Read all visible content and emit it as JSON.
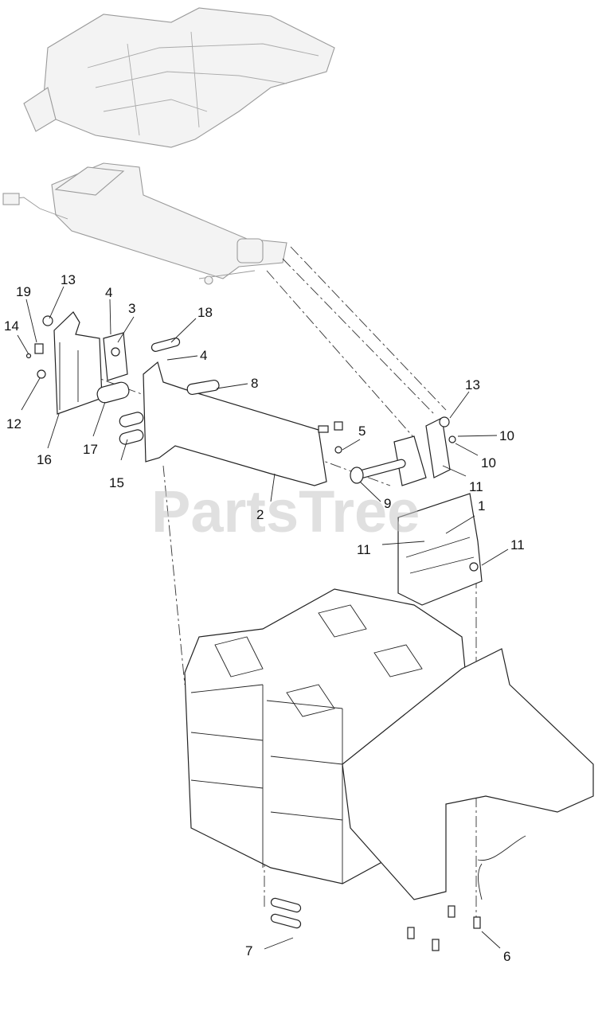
{
  "watermark": "PartsTree",
  "callouts": [
    {
      "id": "1",
      "label": "1"
    },
    {
      "id": "2",
      "label": "2"
    },
    {
      "id": "3",
      "label": "3"
    },
    {
      "id": "4a",
      "label": "4"
    },
    {
      "id": "4b",
      "label": "4"
    },
    {
      "id": "5",
      "label": "5"
    },
    {
      "id": "6",
      "label": "6"
    },
    {
      "id": "7",
      "label": "7"
    },
    {
      "id": "8",
      "label": "8"
    },
    {
      "id": "9",
      "label": "9"
    },
    {
      "id": "10a",
      "label": "10"
    },
    {
      "id": "10b",
      "label": "10"
    },
    {
      "id": "11a",
      "label": "11"
    },
    {
      "id": "11b",
      "label": "11"
    },
    {
      "id": "11c",
      "label": "11"
    },
    {
      "id": "12",
      "label": "12"
    },
    {
      "id": "13a",
      "label": "13"
    },
    {
      "id": "13b",
      "label": "13"
    },
    {
      "id": "14",
      "label": "14"
    },
    {
      "id": "15",
      "label": "15"
    },
    {
      "id": "16",
      "label": "16"
    },
    {
      "id": "17",
      "label": "17"
    },
    {
      "id": "18",
      "label": "18"
    },
    {
      "id": "19",
      "label": "19"
    }
  ]
}
